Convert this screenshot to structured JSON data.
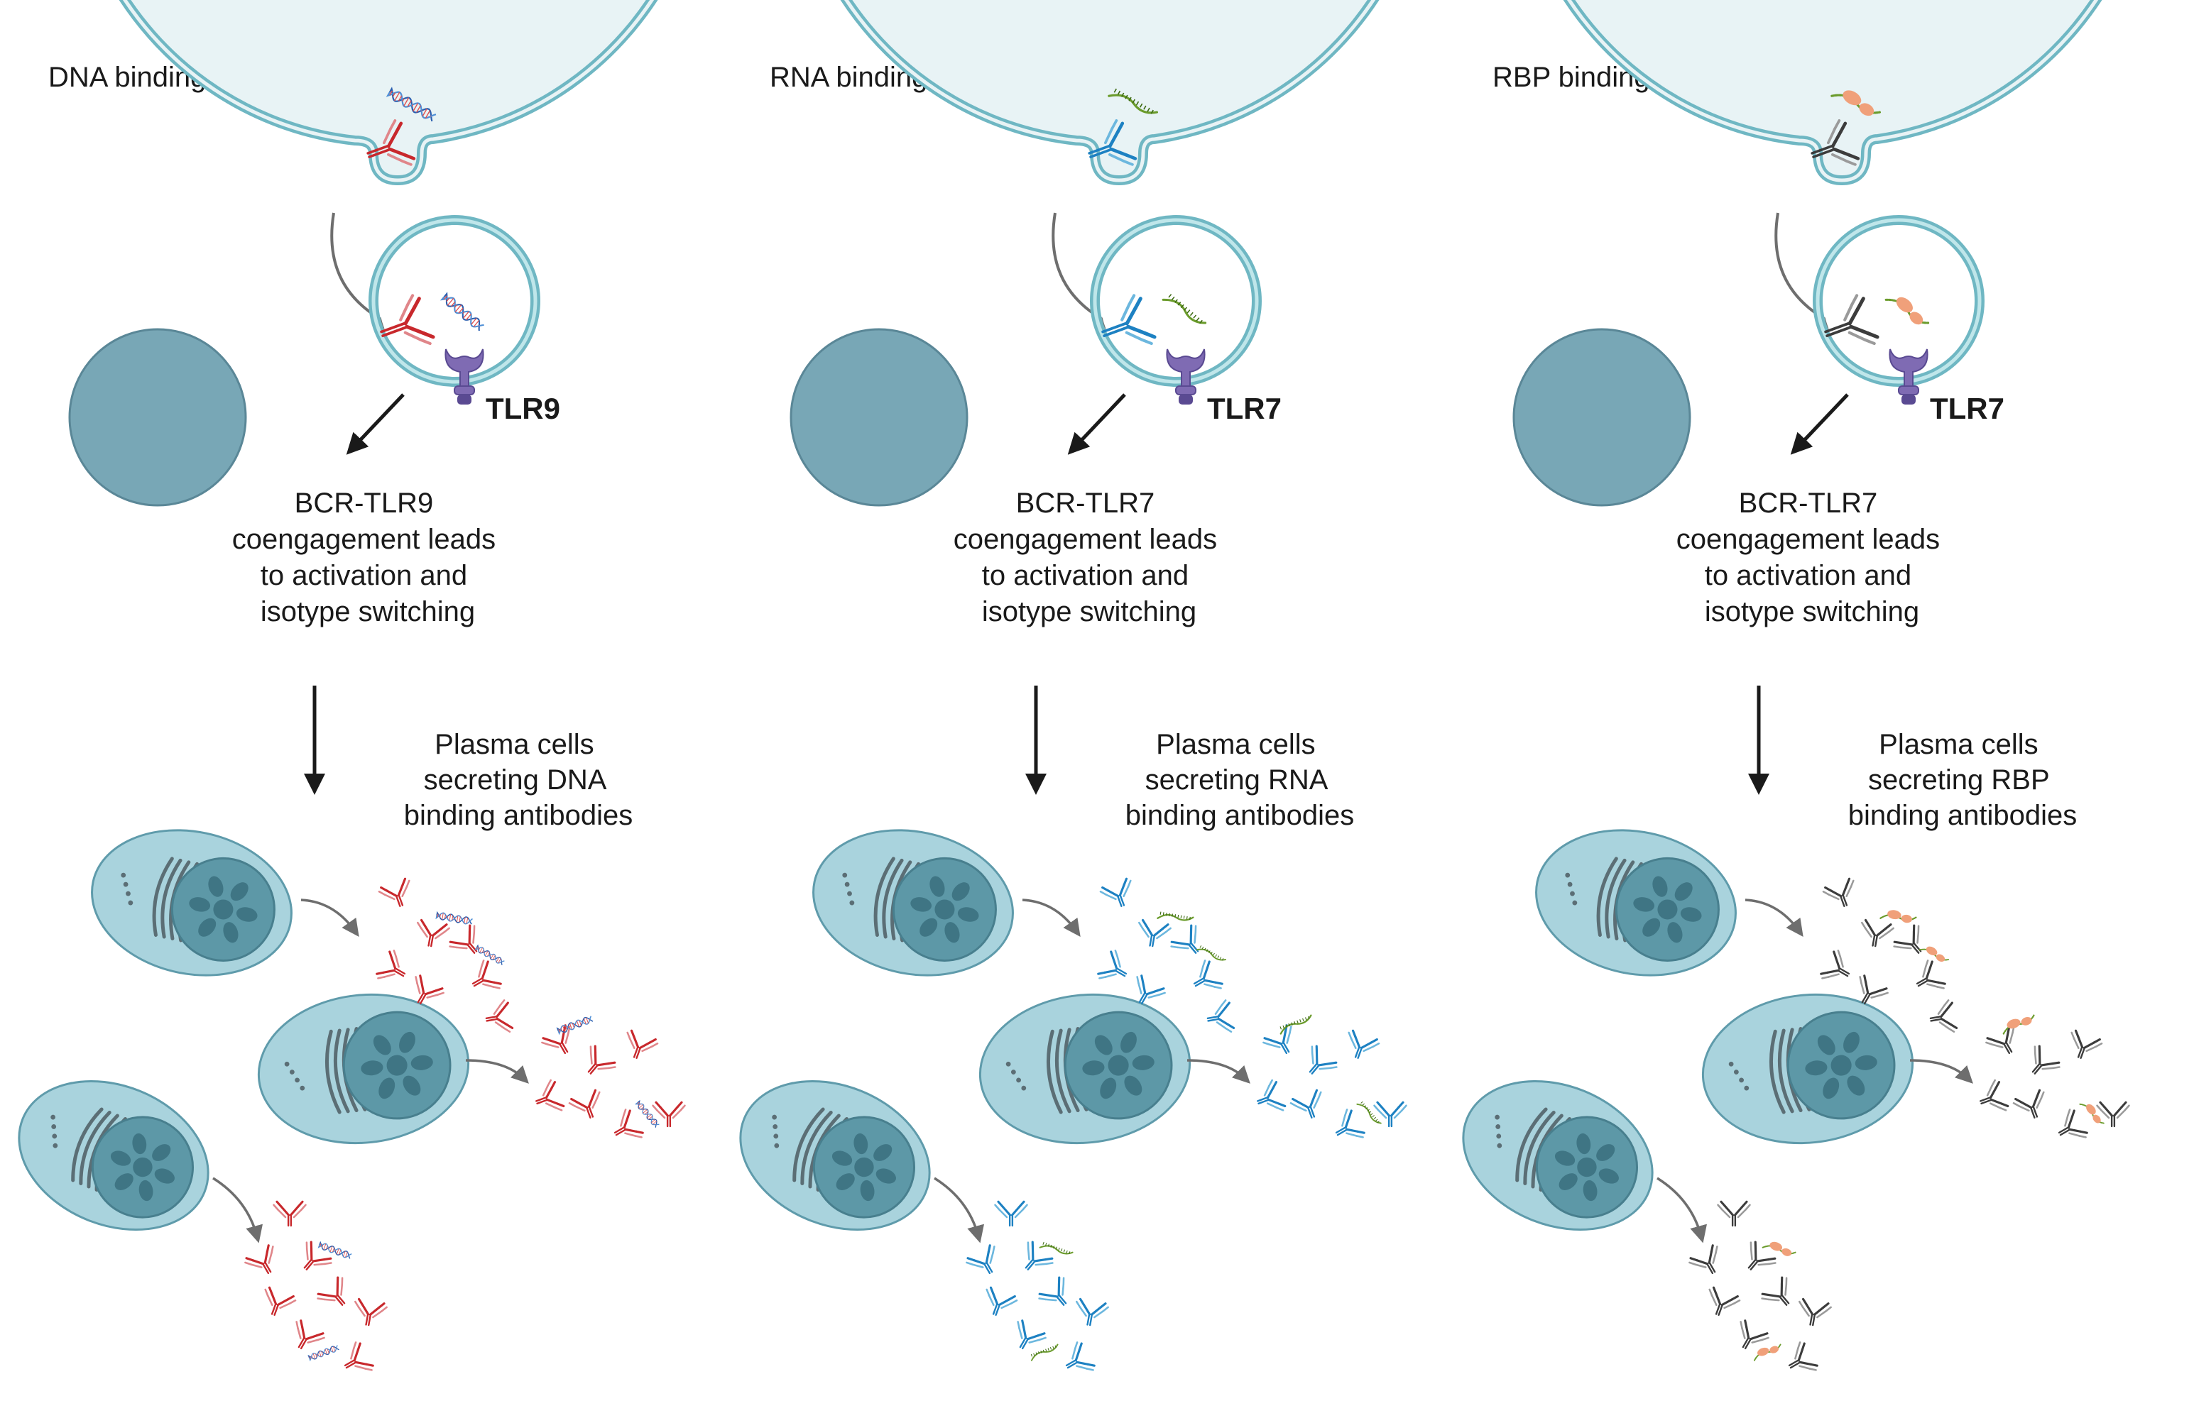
{
  "colors": {
    "cell_fill": "#e8f3f5",
    "cell_stroke": "#6fb7c3",
    "nucleus": "#78a7b6",
    "nucleus_stroke": "#5a8797",
    "endosome": "#8fd0d6",
    "plasma_fill": "#a9d3dd",
    "plasma_stroke": "#5f9bab",
    "plasma_nucleus": "#5d98a7",
    "tlr": "#7f6bb3",
    "tlr_dark": "#5a4a92",
    "red_ab": "#c8282c",
    "red_ab_light": "#e0868a",
    "blue_ab": "#1d81c2",
    "blue_ab_light": "#6cb7de",
    "grey_ab": "#3c3c3c",
    "grey_ab_light": "#9a9a9a",
    "rna_strand": "#6a9b2b",
    "rbp": "#f0a07a",
    "dna_blue": "#2a5fb0",
    "arrow_grey": "#6e6e6e",
    "arrow_black": "#1a1a1a"
  },
  "panels": [
    {
      "key": "dna",
      "bcr_label": "DNA binding BCR",
      "tlr_label": "TLR9",
      "antibody_color": "red",
      "ligand": "dna",
      "activation_lines": [
        "BCR-TLR9",
        "coengagement leads",
        "to activation and",
        "isotype switching"
      ],
      "plasma_lines": [
        "Plasma cells",
        "secreting DNA",
        "binding antibodies"
      ]
    },
    {
      "key": "rna",
      "bcr_label": "RNA binding BCR",
      "tlr_label": "TLR7",
      "antibody_color": "blue",
      "ligand": "rna",
      "activation_lines": [
        "BCR-TLR7",
        "coengagement leads",
        "to activation and",
        "isotype switching"
      ],
      "plasma_lines": [
        "Plasma cells",
        "secreting RNA",
        "binding antibodies"
      ]
    },
    {
      "key": "rbp",
      "bcr_label": "RBP binding BCR",
      "tlr_label": "TLR7",
      "antibody_color": "grey",
      "ligand": "rbp",
      "activation_lines": [
        "BCR-TLR7",
        "coengagement leads",
        "to activation and",
        "isotype switching"
      ],
      "plasma_lines": [
        "Plasma cells",
        "secreting RBP",
        "binding antibodies"
      ]
    }
  ]
}
